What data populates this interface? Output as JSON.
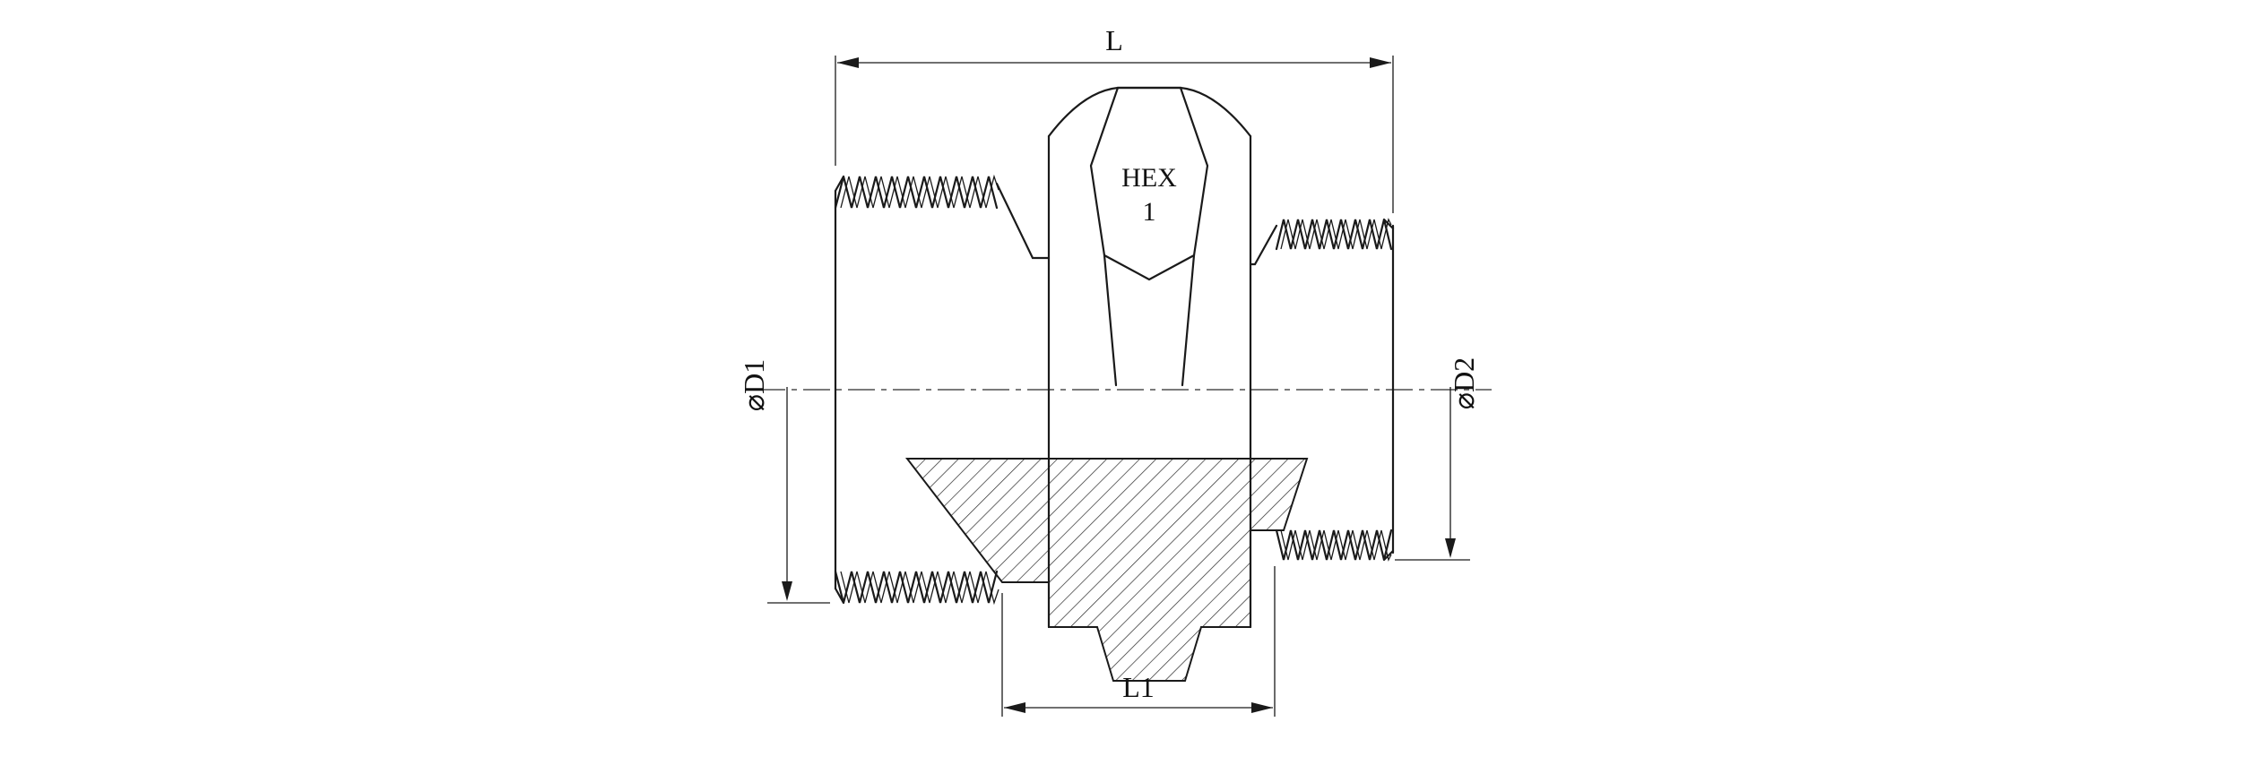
{
  "drawing": {
    "dimensions": {
      "overall_length": "L",
      "center_length": "L1",
      "left_diameter": "⌀D1",
      "right_diameter": "⌀D2"
    },
    "hex_marking": {
      "line1": "HEX",
      "line2": "1"
    },
    "colors": {
      "line": "#1a1a1a",
      "background": "#ffffff"
    }
  }
}
